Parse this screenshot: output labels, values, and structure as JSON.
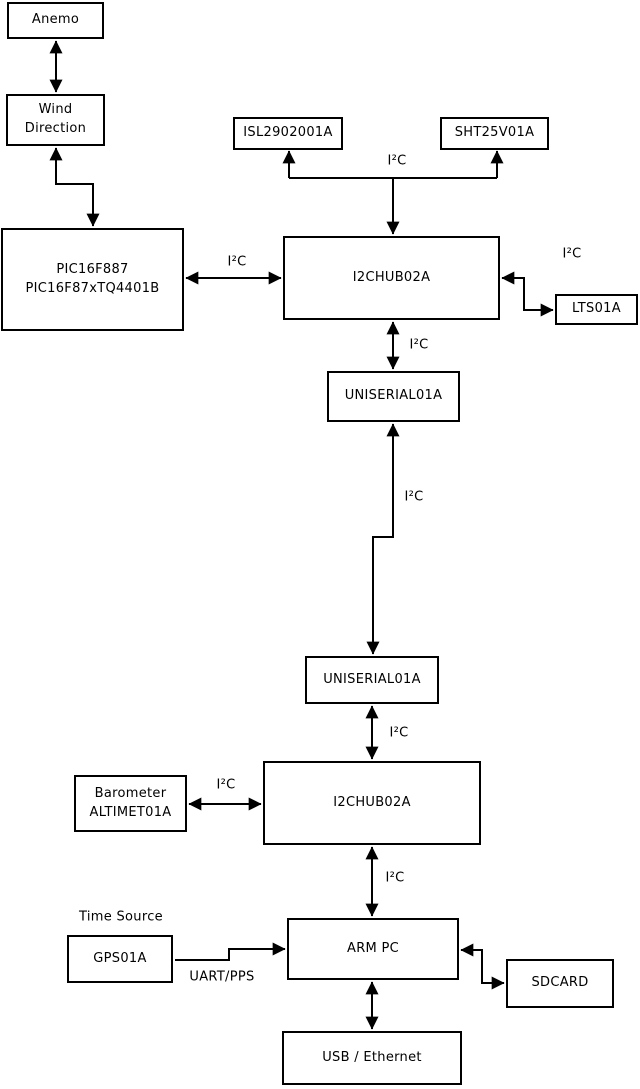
{
  "diagram_type": "hardware block diagram",
  "colors": {
    "background": "#ffffff",
    "box_fill": "#ffffff",
    "stroke": "#000000",
    "text": "#000000"
  },
  "boxes": {
    "anemo": {
      "label": "Anemo"
    },
    "wind_direction": {
      "label": "Wind\nDirection"
    },
    "pic": {
      "label": "PIC16F887\nPIC16F87xTQ4401B"
    },
    "isl": {
      "label": "ISL2902001A"
    },
    "sht": {
      "label": "SHT25V01A"
    },
    "i2chub_upper": {
      "label": "I2CHUB02A"
    },
    "lts": {
      "label": "LTS01A"
    },
    "uniserial_upper": {
      "label": "UNISERIAL01A"
    },
    "uniserial_lower": {
      "label": "UNISERIAL01A"
    },
    "barometer": {
      "label": "Barometer\nALTIMET01A"
    },
    "i2chub_lower": {
      "label": "I2CHUB02A"
    },
    "gps": {
      "label": "GPS01A"
    },
    "arm_pc": {
      "label": "ARM PC"
    },
    "sdcard": {
      "label": "SDCARD"
    },
    "usb_ethernet": {
      "label": "USB / Ethernet"
    }
  },
  "labels": {
    "i2c": "I²C",
    "uart_pps": "UART/PPS",
    "time_source": "Time Source"
  },
  "connections": [
    {
      "from": "Anemo",
      "to": "Wind Direction",
      "arrows": "both"
    },
    {
      "from": "Wind Direction",
      "to": "PIC16F887 PIC16F87xTQ4401B",
      "arrows": "both"
    },
    {
      "from": "PIC16F887 PIC16F87xTQ4401B",
      "to": "I2CHUB02A (upper)",
      "label": "I²C",
      "arrows": "both"
    },
    {
      "from": "I2CHUB02A (upper)",
      "to": "ISL2902001A / SHT25V01A",
      "label": "I²C",
      "arrows": "into sensors and into hub"
    },
    {
      "from": "I2CHUB02A (upper)",
      "to": "LTS01A",
      "label": "I²C",
      "arrows": "both"
    },
    {
      "from": "I2CHUB02A (upper)",
      "to": "UNISERIAL01A (upper)",
      "label": "I²C",
      "arrows": "both"
    },
    {
      "from": "UNISERIAL01A (upper)",
      "to": "UNISERIAL01A (lower)",
      "label": "I²C",
      "arrows": "both"
    },
    {
      "from": "UNISERIAL01A (lower)",
      "to": "I2CHUB02A (lower)",
      "label": "I²C",
      "arrows": "both"
    },
    {
      "from": "Barometer ALTIMET01A",
      "to": "I2CHUB02A (lower)",
      "label": "I²C",
      "arrows": "both"
    },
    {
      "from": "I2CHUB02A (lower)",
      "to": "ARM PC",
      "label": "I²C",
      "arrows": "both"
    },
    {
      "from": "GPS01A (Time Source)",
      "to": "ARM PC",
      "label": "UART/PPS",
      "arrows": "into ARM PC"
    },
    {
      "from": "ARM PC",
      "to": "SDCARD",
      "arrows": "both"
    },
    {
      "from": "ARM PC",
      "to": "USB / Ethernet",
      "arrows": "both"
    }
  ]
}
